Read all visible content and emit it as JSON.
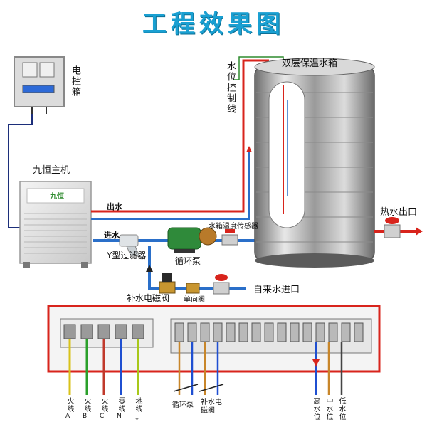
{
  "title": "工程效果图",
  "labels": {
    "control_box": "电控箱",
    "water_level_line": "水位控制线",
    "tank": "双层保温水箱",
    "host": "九恒主机",
    "host_brand": "九恒",
    "outlet": "出水",
    "inlet": "进水",
    "y_filter": "Y型过滤器",
    "temp_sensor": "水箱温度传感器",
    "pump": "循环泵",
    "solenoid": "补水电磁阀",
    "check_valve": "单向阀",
    "tap_inlet": "自来水进口",
    "hot_outlet": "热水出口"
  },
  "wiring": [
    {
      "text": "火线",
      "code": "A",
      "color": "#d8c21a"
    },
    {
      "text": "火线",
      "code": "B",
      "color": "#2aa02a"
    },
    {
      "text": "火线",
      "code": "C",
      "color": "#c0392b"
    },
    {
      "text": "零线",
      "code": "N",
      "color": "#1f4fd1"
    },
    {
      "text": "地线",
      "code": "⏚",
      "color": "#a8c81a"
    }
  ],
  "right_wiring": {
    "pump": "循环泵",
    "solenoid": "补水电磁阀",
    "high": "高水位",
    "mid": "中水位",
    "low": "低水位"
  },
  "colors": {
    "title": "#1aa0d2",
    "hot_pipe": "#d8241c",
    "cold_pipe": "#2a6fc9",
    "sensor_wire": "#2e8b2e",
    "frame": "#d8241c"
  }
}
